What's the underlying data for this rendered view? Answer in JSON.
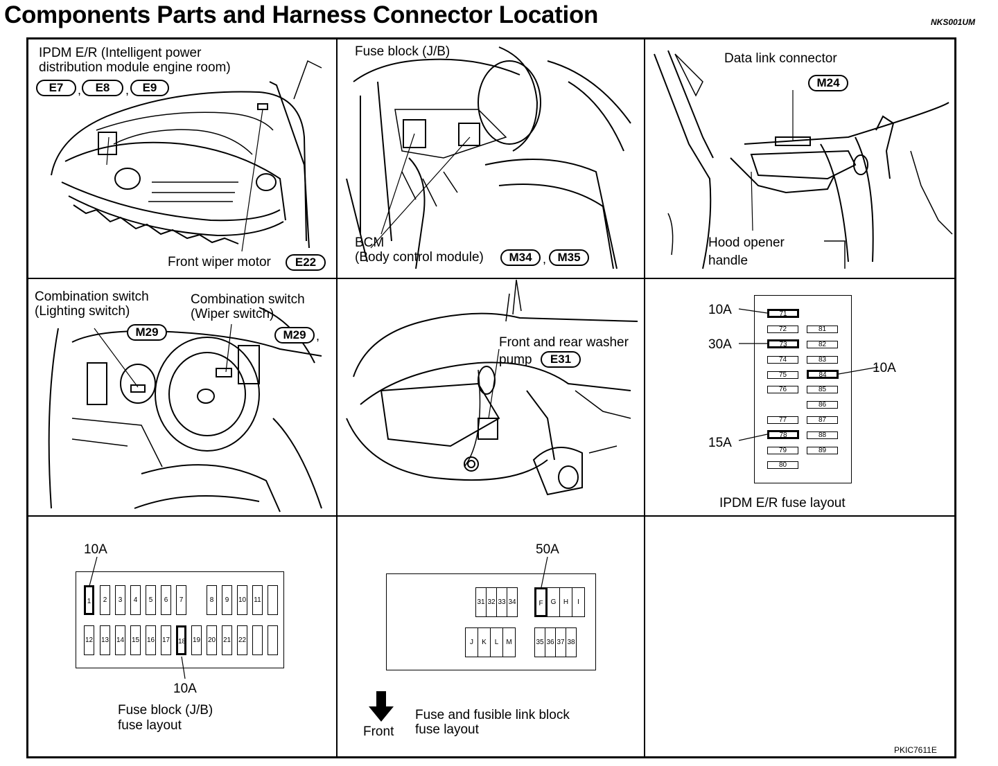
{
  "header": {
    "title": "Components Parts and Harness Connector Location",
    "doc_id": "NKS001UM"
  },
  "figure_id": "PKIC7611E",
  "panels": {
    "ipdm": {
      "line1": "IPDM E/R (Intelligent power",
      "line2": "distribution module engine room)",
      "connectors": [
        "E7",
        "E8",
        "E9"
      ],
      "wiper_label": "Front wiper motor",
      "wiper_connector": "E22"
    },
    "fuse_block_location": {
      "label": "Fuse block (J/B)",
      "bcm_line1": "BCM",
      "bcm_line2": "(Body control module)",
      "connectors": [
        "M34",
        "M35"
      ]
    },
    "data_link": {
      "label": "Data link connector",
      "connector": "M24",
      "hood_line1": "Hood opener",
      "hood_line2": "handle"
    },
    "combination_switch": {
      "left_line1": "Combination switch",
      "left_line2": "(Lighting switch)",
      "left_connector": "M29",
      "right_line1": "Combination switch",
      "right_line2": "(Wiper switch)",
      "right_connector": "M29"
    },
    "washer": {
      "line1": "Front and rear washer",
      "line2": "pump",
      "connector": "E31"
    },
    "ipdm_fuse_layout": {
      "caption": "IPDM E/R fuse layout",
      "callouts": [
        "10A",
        "30A",
        "10A",
        "15A"
      ],
      "left_fuses": [
        "71",
        "72",
        "73",
        "74",
        "75",
        "76",
        "77",
        "78",
        "79",
        "80"
      ],
      "right_fuses": [
        "81",
        "82",
        "83",
        "84",
        "85",
        "86",
        "87",
        "88",
        "89"
      ]
    },
    "jb_fuse_layout": {
      "top_callout": "10A",
      "bottom_callout": "10A",
      "caption_line1": "Fuse block (J/B)",
      "caption_line2": "fuse layout",
      "top_row": [
        "1",
        "2",
        "3",
        "4",
        "5",
        "6",
        "7",
        "",
        "8",
        "9",
        "10",
        "11",
        ""
      ],
      "bottom_row": [
        "12",
        "13",
        "14",
        "15",
        "16",
        "17",
        "18",
        "19",
        "20",
        "21",
        "22",
        "",
        ""
      ]
    },
    "fusible_link_layout": {
      "callout": "50A",
      "front_label": "Front",
      "caption_line1": "Fuse and fusible link block",
      "caption_line2": "fuse layout",
      "group_a": [
        "31",
        "32",
        "33",
        "34"
      ],
      "group_b": [
        "F",
        "G",
        "H",
        "I"
      ],
      "group_c": [
        "J",
        "K",
        "L",
        "M"
      ],
      "group_d": [
        "35",
        "36",
        "37",
        "38"
      ]
    }
  }
}
